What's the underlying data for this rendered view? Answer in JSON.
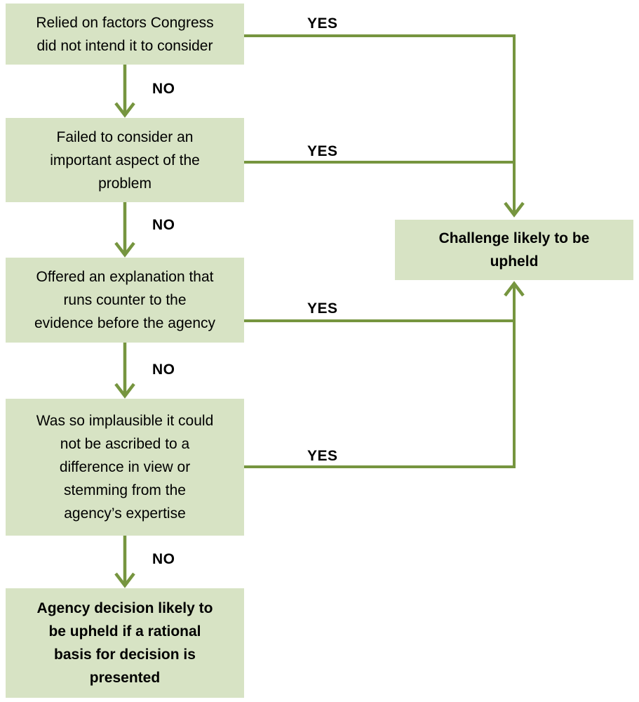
{
  "diagram": {
    "type": "flowchart",
    "boxes": [
      {
        "id": "relied-on-factors",
        "text": "Relied on factors Congress\ndid not intend it to consider",
        "emphasis": "normal"
      },
      {
        "id": "failed-to-consider",
        "text": "Failed to consider an\nimportant aspect of the\nproblem",
        "emphasis": "normal"
      },
      {
        "id": "offered-explanation",
        "text": "Offered an explanation that\nruns counter to the\nevidence before the agency",
        "emphasis": "normal"
      },
      {
        "id": "so-implausible",
        "text": "Was so implausible it could\nnot be ascribed to a\ndifference in view or\nstemming from the\nagency’s expertise",
        "emphasis": "normal"
      },
      {
        "id": "agency-upheld",
        "text": "Agency decision likely to\nbe upheld if a rational\nbasis for decision is\npresented",
        "emphasis": "bold"
      },
      {
        "id": "challenge-upheld",
        "text": "Challenge likely to be\nupheld",
        "emphasis": "bold"
      }
    ],
    "edges": [
      {
        "from": "relied-on-factors",
        "to": "challenge-upheld",
        "label": "YES"
      },
      {
        "from": "relied-on-factors",
        "to": "failed-to-consider",
        "label": "NO"
      },
      {
        "from": "failed-to-consider",
        "to": "challenge-upheld",
        "label": "YES"
      },
      {
        "from": "failed-to-consider",
        "to": "offered-explanation",
        "label": "NO"
      },
      {
        "from": "offered-explanation",
        "to": "challenge-upheld",
        "label": "YES"
      },
      {
        "from": "offered-explanation",
        "to": "so-implausible",
        "label": "NO"
      },
      {
        "from": "so-implausible",
        "to": "challenge-upheld",
        "label": "YES"
      },
      {
        "from": "so-implausible",
        "to": "agency-upheld",
        "label": "NO"
      }
    ],
    "colors": {
      "box_fill": "#d7e3c4",
      "connector": "#76953f",
      "text": "#000000",
      "background": "#ffffff"
    }
  }
}
